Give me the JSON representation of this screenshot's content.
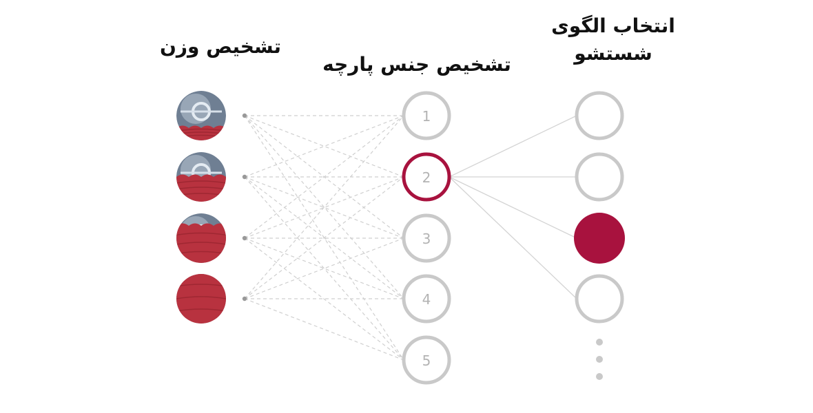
{
  "headings": {
    "weight_detection": "تشخیص وزن",
    "fabric_detection": "تشخیص جنس پارچه",
    "wash_pattern_line1": "انتخاب الگوی",
    "wash_pattern_line2": "شستشو"
  },
  "weight_levels": [
    {
      "fill_fraction": 0.25
    },
    {
      "fill_fraction": 0.5
    },
    {
      "fill_fraction": 0.75
    },
    {
      "fill_fraction": 1.0
    }
  ],
  "fabric_nodes": [
    {
      "label": "1",
      "selected": false
    },
    {
      "label": "2",
      "selected": true
    },
    {
      "label": "3",
      "selected": false
    },
    {
      "label": "4",
      "selected": false
    },
    {
      "label": "5",
      "selected": false
    }
  ],
  "pattern_nodes": [
    {
      "selected": false
    },
    {
      "selected": false
    },
    {
      "selected": true
    },
    {
      "selected": false
    }
  ],
  "pattern_more_indicator": "vertical-ellipsis",
  "pattern_links_from_fabric": "2",
  "colors": {
    "accent": "#a8123e",
    "node_gray": "#c9c9c9",
    "node_text": "#b3b3b3",
    "dashed_line": "#cfcfcf",
    "solid_line": "#d4d4d4",
    "dot": "#999999",
    "fabric_red": "#b8323f",
    "drum_steel": "#6f7f93"
  }
}
